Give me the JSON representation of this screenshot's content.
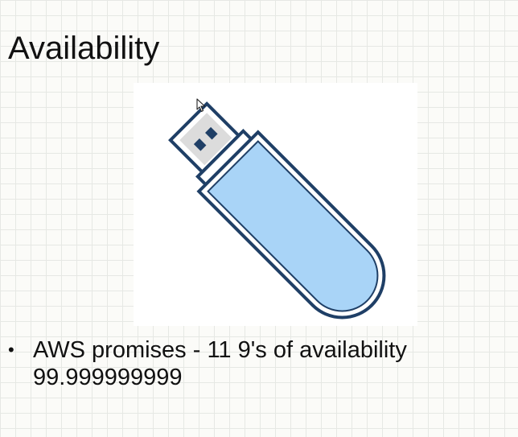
{
  "slide": {
    "title": "Availability",
    "image_icon": "usb-flash-drive-icon",
    "bullets": [
      {
        "symbol": "•",
        "text": "AWS promises - 11 9's of availability",
        "sub_text": "99.999999999"
      }
    ]
  },
  "colors": {
    "outline": "#1f3f66",
    "body_fill": "#ffffff",
    "body_inner_fill": "#a9d4f7",
    "connector_fill": "#ffffff",
    "connector_inner_fill": "#dcdcdc",
    "grid_line": "#e6e8e4",
    "background": "#fbfbf8"
  }
}
